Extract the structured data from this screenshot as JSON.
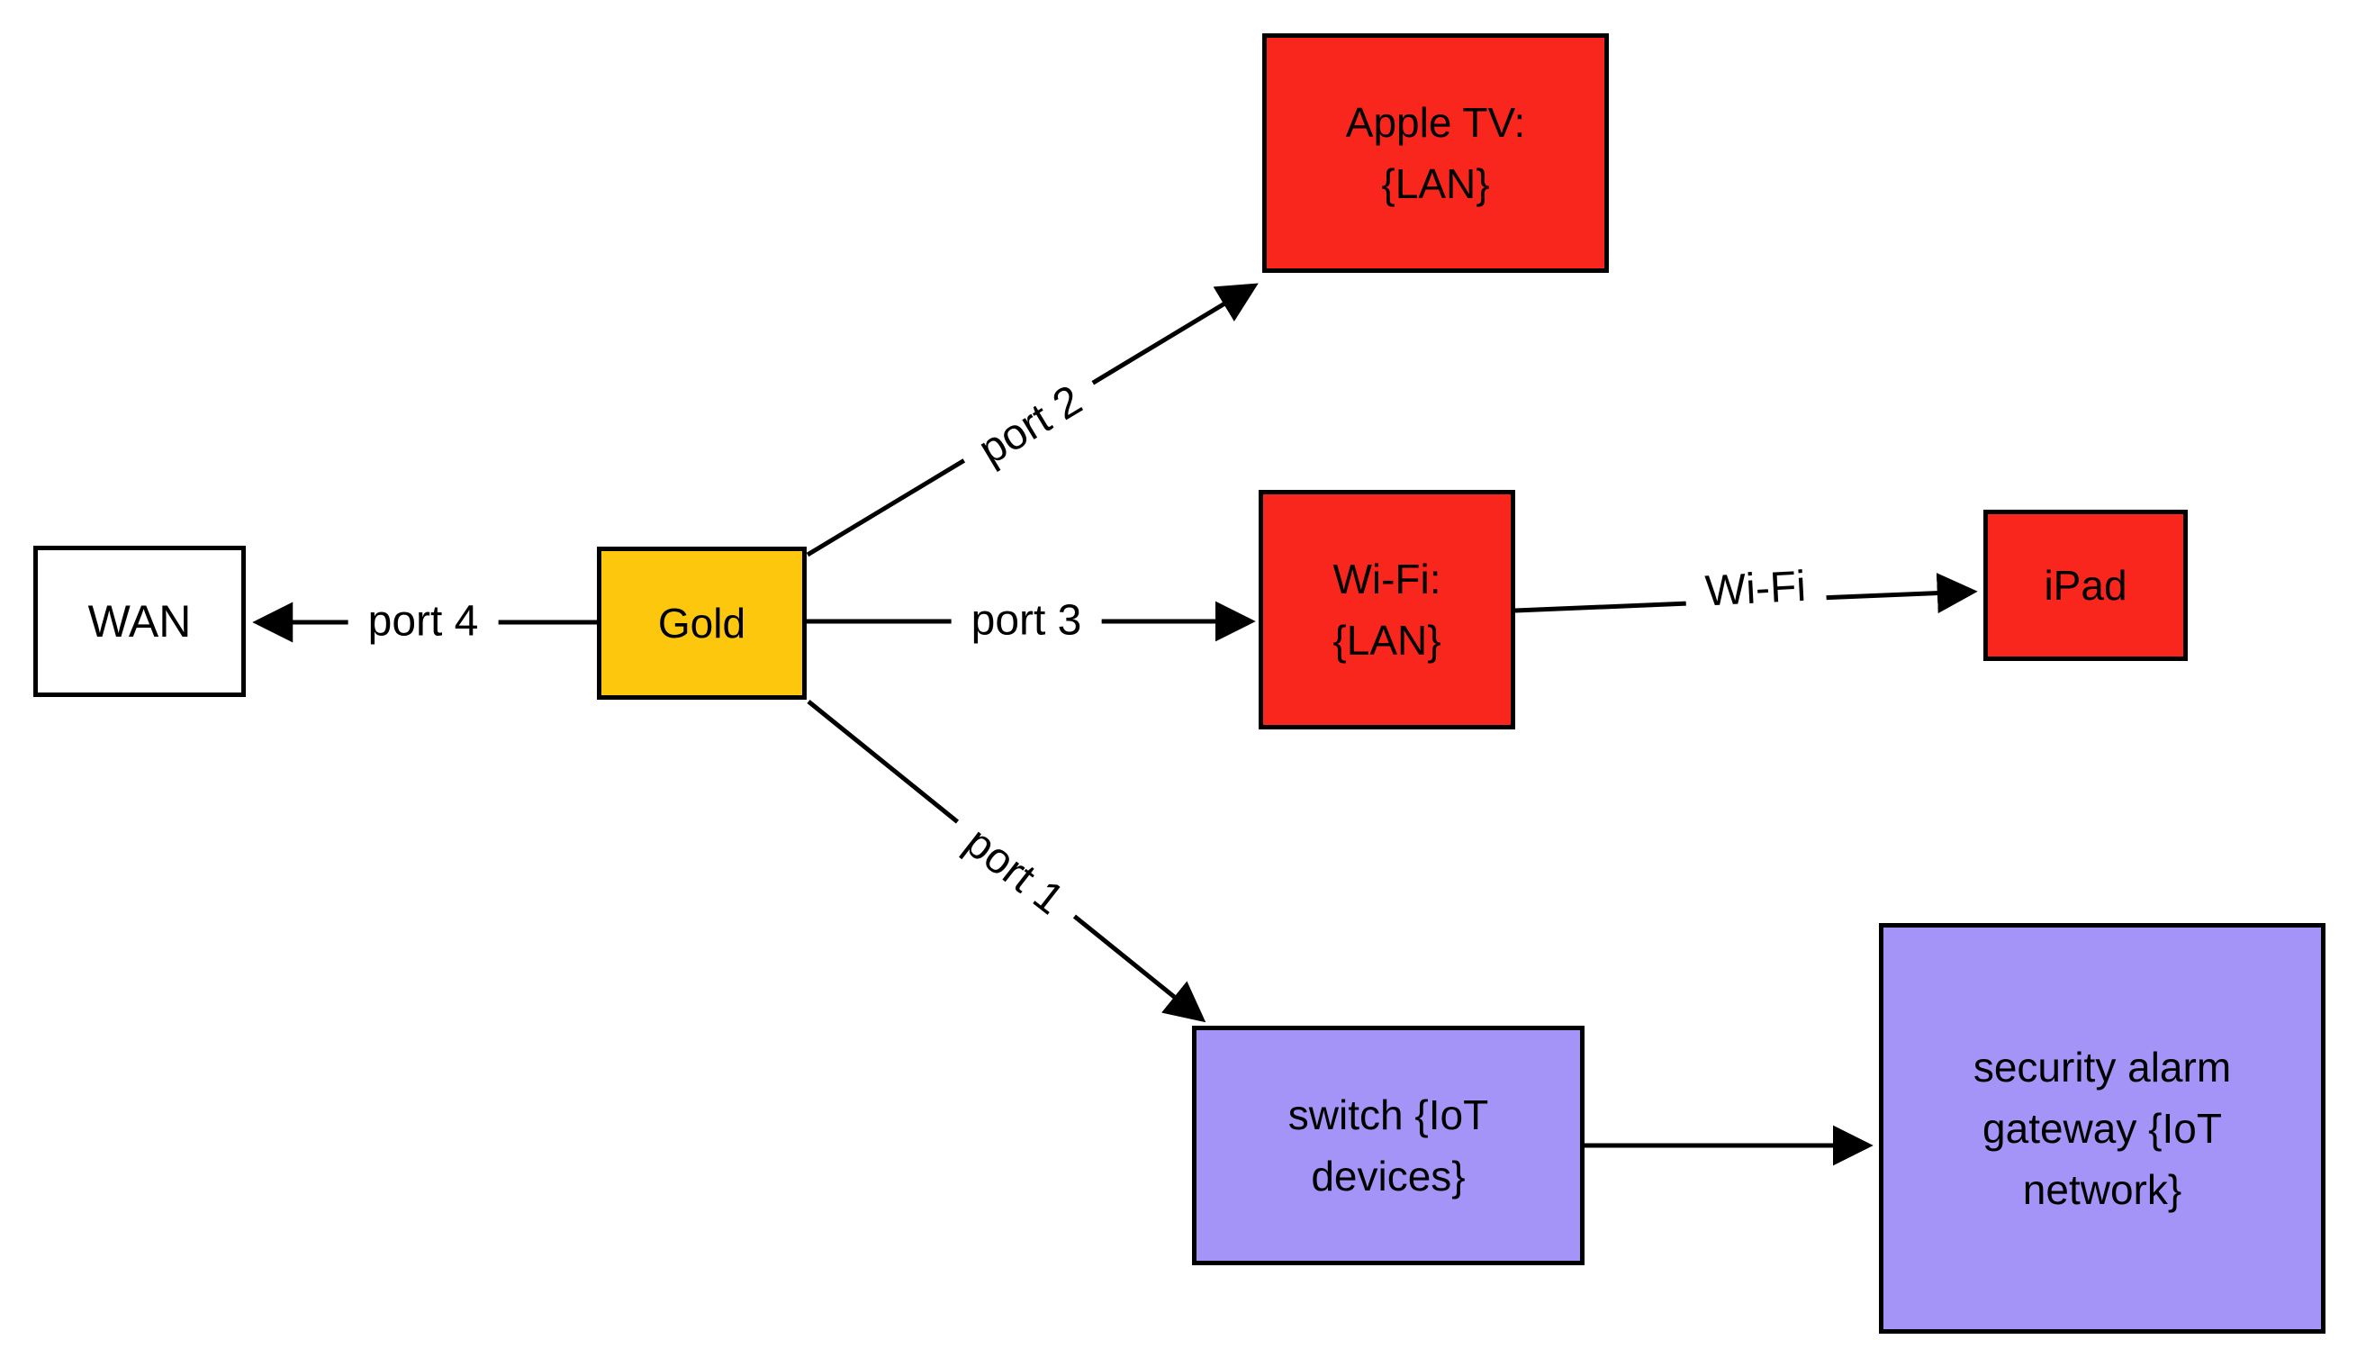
{
  "diagram": {
    "background": "#ffffff",
    "colors": {
      "node_border": "#000000",
      "edge_line": "#000000",
      "text": "#000000",
      "gold_fill": "#fcc70d",
      "red_fill": "#f9261e",
      "purple_fill": "#a594f7",
      "white_fill": "#ffffff"
    },
    "nodes": {
      "wan": {
        "label": "WAN",
        "fill": "#ffffff"
      },
      "gold": {
        "label": "Gold",
        "fill": "#fcc70d"
      },
      "apple_tv": {
        "lines": [
          "Apple TV:",
          "{LAN}"
        ],
        "fill": "#f9261e"
      },
      "wifi": {
        "lines": [
          "Wi-Fi:",
          "{LAN}"
        ],
        "fill": "#f9261e"
      },
      "ipad": {
        "label": "iPad",
        "fill": "#f9261e"
      },
      "switch": {
        "lines": [
          "switch {IoT",
          "devices}"
        ],
        "fill": "#a594f7"
      },
      "gateway": {
        "lines": [
          "security alarm",
          "gateway {IoT",
          "network}"
        ],
        "fill": "#a594f7"
      }
    },
    "edges": {
      "gold_wan": {
        "label": "port 4",
        "from": "gold",
        "to": "wan"
      },
      "gold_apple_tv": {
        "label": "port 2",
        "from": "gold",
        "to": "apple_tv"
      },
      "gold_wifi": {
        "label": "port 3",
        "from": "gold",
        "to": "wifi"
      },
      "gold_switch": {
        "label": "port 1",
        "from": "gold",
        "to": "switch"
      },
      "wifi_ipad": {
        "label": "Wi-Fi",
        "from": "wifi",
        "to": "ipad"
      },
      "switch_gateway": {
        "label": "",
        "from": "switch",
        "to": "gateway"
      }
    }
  }
}
